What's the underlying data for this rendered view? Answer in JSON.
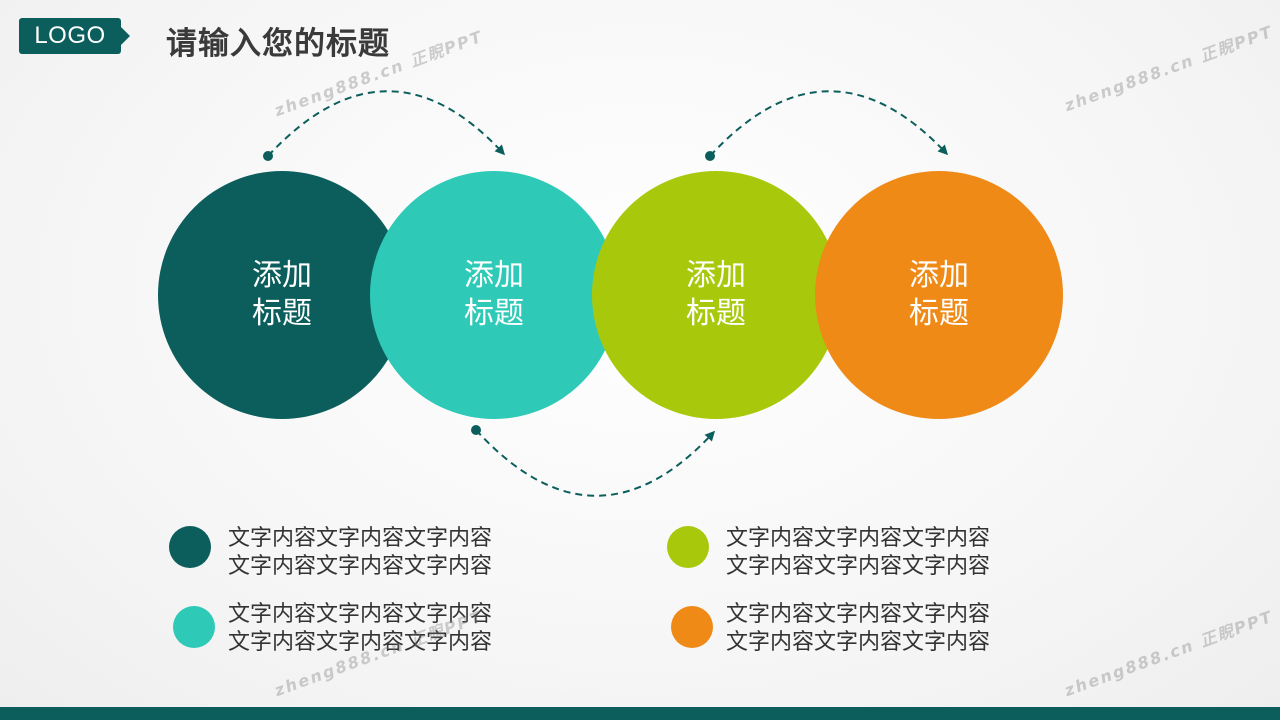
{
  "header": {
    "logo": "LOGO",
    "title": "请输入您的标题"
  },
  "circles": [
    {
      "line1": "添加",
      "line2": "标题",
      "color": "#0b5e5c"
    },
    {
      "line1": "添加",
      "line2": "标题",
      "color": "#2ec9b7"
    },
    {
      "line1": "添加",
      "line2": "标题",
      "color": "#a8c90b"
    },
    {
      "line1": "添加",
      "line2": "标题",
      "color": "#ef8a17"
    }
  ],
  "items": [
    {
      "line1": "文字内容文字内容文字内容",
      "line2": "文字内容文字内容文字内容",
      "color": "#0b5e5c"
    },
    {
      "line1": "文字内容文字内容文字内容",
      "line2": "文字内容文字内容文字内容",
      "color": "#2ec9b7"
    },
    {
      "line1": "文字内容文字内容文字内容",
      "line2": "文字内容文字内容文字内容",
      "color": "#a8c90b"
    },
    {
      "line1": "文字内容文字内容文字内容",
      "line2": "文字内容文字内容文字内容",
      "color": "#ef8a17"
    }
  ],
  "watermarks": [
    "zheng888.cn 正睨PPT",
    "zheng888.cn 正睨PPT",
    "zheng888.cn 正睨PPT",
    "zheng888.cn 正睨PPT"
  ],
  "colors": {
    "dark_teal": "#0b5e5c",
    "turquoise": "#2ec9b7",
    "lime": "#a8c90b",
    "orange": "#ef8a17"
  }
}
